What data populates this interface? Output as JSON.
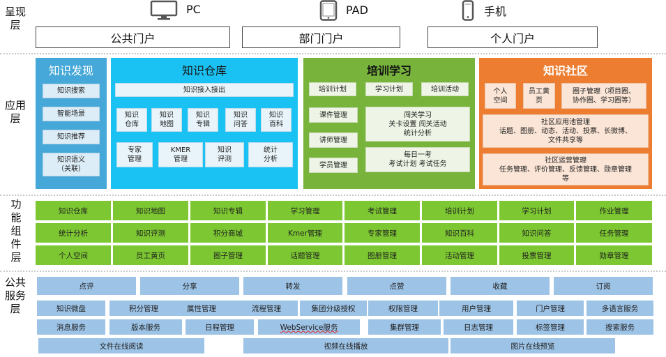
{
  "layers": {
    "presentation": "呈现\n层",
    "application": "应用\n层",
    "function": "功\n能\n组\n件\n层",
    "service": "公共\n服务\n层"
  },
  "devices": {
    "pc": "PC",
    "pad": "PAD",
    "mobile": "手机"
  },
  "portals": {
    "public": "公共门户",
    "department": "部门门户",
    "personal": "个人门户"
  },
  "app": {
    "discovery": {
      "title": "知识发现",
      "items": [
        "知识搜索",
        "智能场景",
        "知识推荐",
        "知识语义\n（关联）"
      ]
    },
    "warehouse": {
      "title": "知识仓库",
      "bar": "知识接入接出",
      "row1": [
        "知识\n仓库",
        "知识\n地图",
        "知识\n专辑",
        "知识\n问答",
        "知识\n百科"
      ],
      "row2": [
        "专家\n管理",
        "KMER\n管理",
        "知识\n评测",
        "统计\n分析"
      ]
    },
    "training": {
      "title": "培训学习",
      "top": [
        "培训计划",
        "学习计划",
        "培训活动"
      ],
      "left": [
        "课件管理",
        "讲师管理",
        "学员管理"
      ],
      "right": [
        "闯关学习\n关卡设置   闯关活动\n统计分析",
        "每日一考\n考试计划   考试任务"
      ]
    },
    "community": {
      "title": "知识社区",
      "top": [
        "个人\n空间",
        "员工黄\n页",
        "圈子管理（项目圈、\n协作圈、学习圈等）"
      ],
      "pool": "社区应用池管理\n话题、图册、动态、活动、投票、长微博、\n文件共享等",
      "ops": "社区运营管理\n任务管理、评价管理、反馈管理、勋章管理\n等"
    }
  },
  "functions": [
    [
      "知识仓库",
      "知识地图",
      "知识专辑",
      "学习管理",
      "考试管理",
      "培训计划",
      "学习计划",
      "作业管理"
    ],
    [
      "统计分析",
      "知识评测",
      "积分商城",
      "Kmer管理",
      "专家管理",
      "知识百科",
      "知识问答",
      "任务管理"
    ],
    [
      "个人空间",
      "员工黄页",
      "圈子管理",
      "话题管理",
      "图册管理",
      "活动管理",
      "投票管理",
      "勋章管理"
    ]
  ],
  "services": {
    "row1": [
      "点评",
      "分享",
      "转发",
      "点赞",
      "收藏",
      "订阅"
    ],
    "row2": [
      "知识微盘",
      "积分管理",
      "属性管理",
      "流程管理",
      "集团分级授权",
      "权限管理",
      "用户管理",
      "门户管理",
      "多语言服务"
    ],
    "row3": [
      "消息服务",
      "版本服务",
      "日程管理",
      "WebService服务",
      "集群管理",
      "日志管理",
      "标签管理",
      "搜索服务"
    ],
    "row4": [
      "文件在线阅读",
      "视频在线播放",
      "图片在线预览"
    ]
  },
  "colors": {
    "discovery_bg": "#45a8d8",
    "warehouse_bg": "#19c2f2",
    "training_bg": "#78b33c",
    "community_bg": "#ed7d31",
    "function_green": "#7dc832",
    "service_blue": "#9dc3e6"
  },
  "icons": [
    "monitor-icon",
    "tablet-icon",
    "phone-icon"
  ]
}
